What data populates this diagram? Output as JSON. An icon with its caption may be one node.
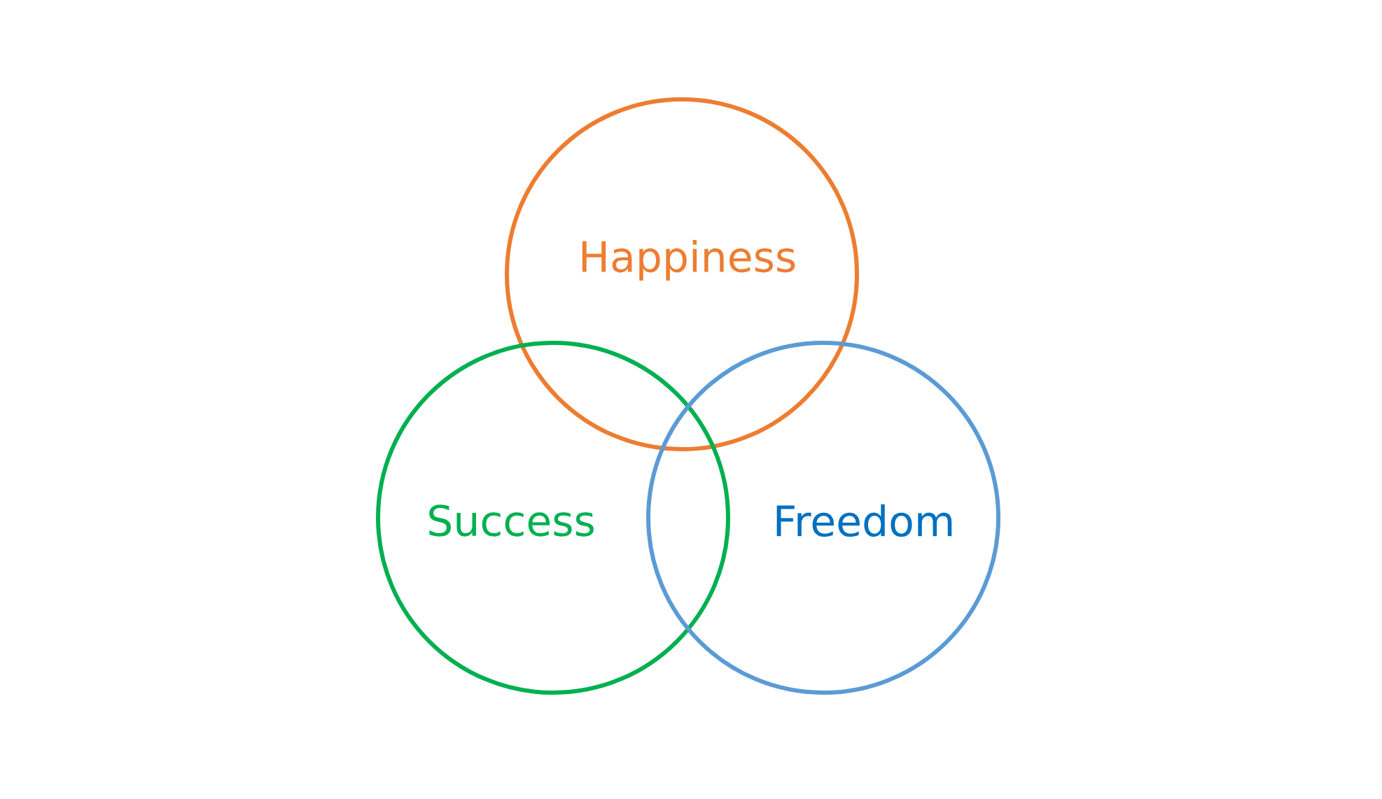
{
  "diagram": {
    "nodes": [
      {
        "text": [
          "Happiness"
        ]
      },
      {
        "text": [
          "Success"
        ]
      },
      {
        "text": [
          "Freedom"
        ]
      }
    ]
  }
}
